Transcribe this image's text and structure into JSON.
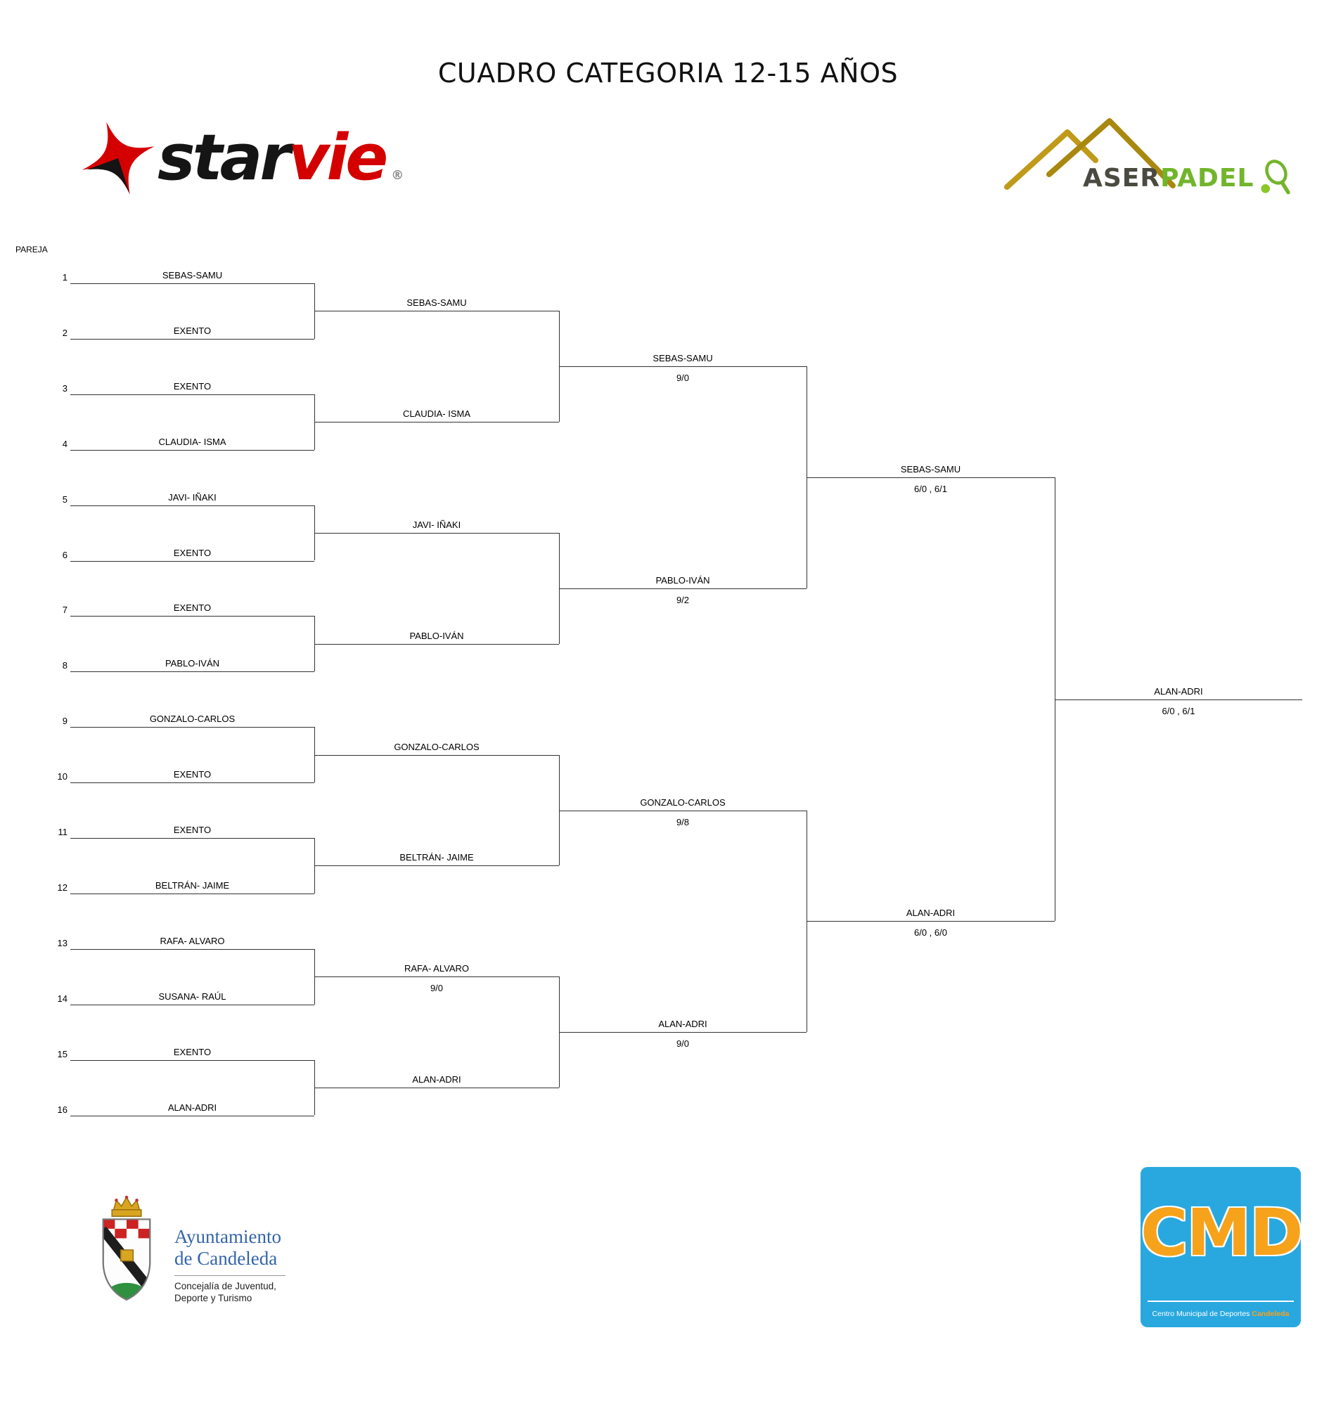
{
  "page": {
    "title": "CUADRO CATEGORIA 12-15 AÑOS",
    "column_header": "PAREJA"
  },
  "colors": {
    "line": "#333333",
    "starvie_red": "#d40000",
    "starvie_black": "#151515",
    "aser_dark": "#4a4a40",
    "aser_green": "#72b52c",
    "mountain_gold": "#c09a18",
    "ayto_blue": "#3465a8",
    "cmd_blue": "#29a8df",
    "cmd_orange": "#f7a21b"
  },
  "logos": {
    "starvie": {
      "text_black": "star",
      "text_red": "vie",
      "registered": "®"
    },
    "aserpadel": {
      "text_dark": "ASER",
      "text_green": "PADEL"
    },
    "ayuntamiento": {
      "name_line1": "Ayuntamiento",
      "name_line2": "de Candeleda",
      "dept_line1": "Concejalía de Juventud,",
      "dept_line2": "Deporte y Turismo"
    },
    "cmd": {
      "acronym": "CMD",
      "caption_prefix": "Centro Municipal de Deportes",
      "caption_highlight": "Candeleda"
    }
  },
  "bracket": {
    "rounds": [
      [
        {
          "seed": "1",
          "label": "SEBAS-SAMU"
        },
        {
          "seed": "2",
          "label": "EXENTO"
        },
        {
          "seed": "3",
          "label": "EXENTO"
        },
        {
          "seed": "4",
          "label": "CLAUDIA- ISMA"
        },
        {
          "seed": "5",
          "label": "JAVI- IÑAKI"
        },
        {
          "seed": "6",
          "label": "EXENTO"
        },
        {
          "seed": "7",
          "label": "EXENTO"
        },
        {
          "seed": "8",
          "label": "PABLO-IVÁN"
        },
        {
          "seed": "9",
          "label": "GONZALO-CARLOS"
        },
        {
          "seed": "10",
          "label": "EXENTO"
        },
        {
          "seed": "11",
          "label": "EXENTO"
        },
        {
          "seed": "12",
          "label": "BELTRÁN- JAIME"
        },
        {
          "seed": "13",
          "label": "RAFA- ALVARO"
        },
        {
          "seed": "14",
          "label": "SUSANA- RAÚL"
        },
        {
          "seed": "15",
          "label": "EXENTO"
        },
        {
          "seed": "16",
          "label": "ALAN-ADRI"
        }
      ],
      [
        {
          "label": "SEBAS-SAMU"
        },
        {
          "label": "CLAUDIA- ISMA"
        },
        {
          "label": "JAVI- IÑAKI"
        },
        {
          "label": "PABLO-IVÁN"
        },
        {
          "label": "GONZALO-CARLOS"
        },
        {
          "label": "BELTRÁN- JAIME"
        },
        {
          "label": "RAFA- ALVARO",
          "score": "9/0"
        },
        {
          "label": "ALAN-ADRI"
        }
      ],
      [
        {
          "label": "SEBAS-SAMU",
          "score": "9/0"
        },
        {
          "label": "PABLO-IVÁN",
          "score": "9/2"
        },
        {
          "label": "GONZALO-CARLOS",
          "score": "9/8"
        },
        {
          "label": "ALAN-ADRI",
          "score": "9/0"
        }
      ],
      [
        {
          "label": "SEBAS-SAMU",
          "score": "6/0 , 6/1"
        },
        {
          "label": "ALAN-ADRI",
          "score": "6/0 , 6/0"
        }
      ],
      [
        {
          "label": "ALAN-ADRI",
          "score": "6/0 , 6/1"
        }
      ]
    ]
  }
}
